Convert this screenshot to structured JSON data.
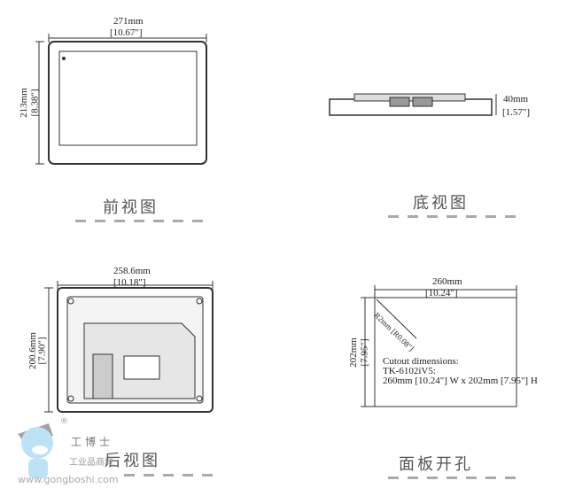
{
  "front_view": {
    "width_mm": "271mm",
    "width_in": "[10.67\"]",
    "height_mm": "213mm",
    "height_in": "[8.38\"]",
    "caption": "前视图"
  },
  "bottom_view": {
    "depth_mm": "40mm",
    "depth_in": "[1.57\"]",
    "caption": "底视图"
  },
  "rear_view": {
    "width_mm": "258.6mm",
    "width_in": "[10.18\"]",
    "height_mm": "200.6mm",
    "height_in": "[7.90\"]",
    "caption": "后视图"
  },
  "cutout": {
    "width_mm": "260mm",
    "width_in": "[10.24\"]",
    "height_mm": "202mm",
    "height_in": "[7.95\"]",
    "radius": "R2mm [R0.08\"]",
    "note_title": "Cutout dimensions:",
    "note_model": "TK-6102iV5:",
    "note_size": "260mm [10.24\"] W x 202mm [7.95\"] H",
    "caption": "面板开孔"
  },
  "watermark": {
    "brand": "工博士",
    "tagline": "工业品商城",
    "url": "www.gongboshi.com",
    "registered": "®"
  }
}
